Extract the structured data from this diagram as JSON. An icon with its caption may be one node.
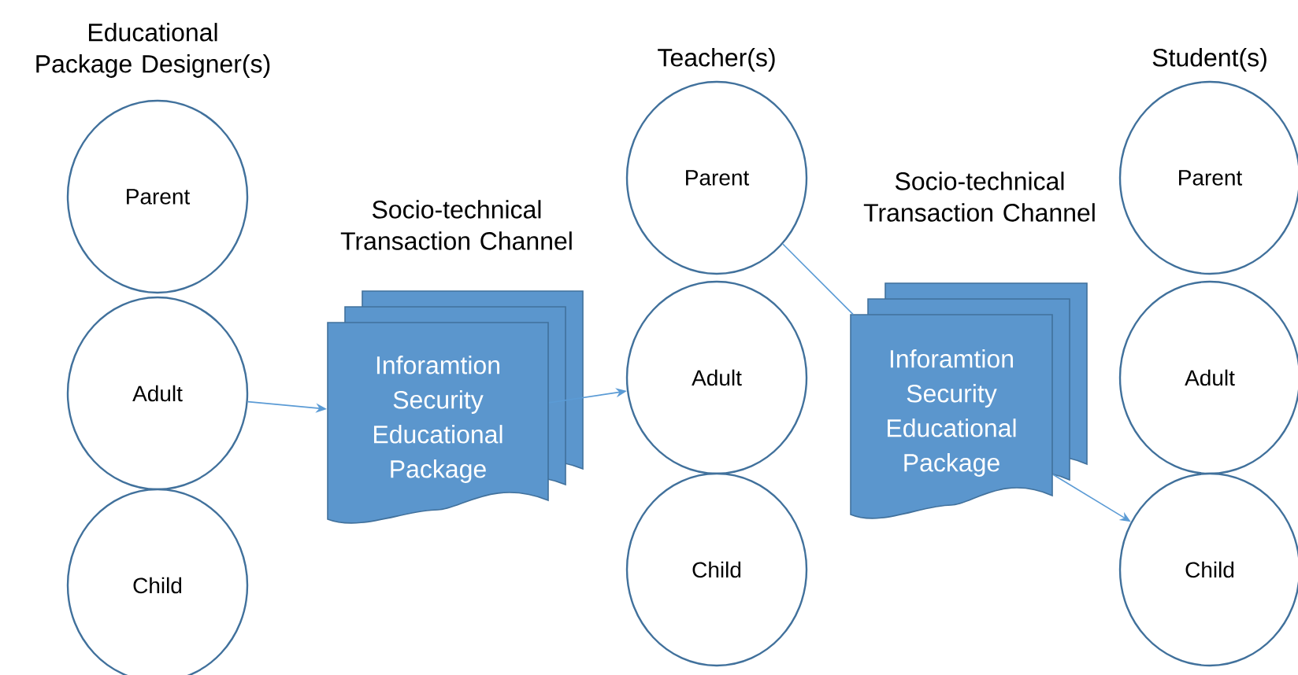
{
  "diagram": {
    "nodes": [
      {
        "text": [
          "Parent"
        ]
      },
      {
        "text": [
          "Adult"
        ]
      },
      {
        "text": [
          "Child"
        ]
      },
      {
        "text": [
          "Socio-technical Transaction Channel",
          "Inforamtion Security Educational Package"
        ]
      },
      {
        "text": [
          "Parent"
        ]
      },
      {
        "text": [
          "Adult"
        ]
      },
      {
        "text": [
          "Child"
        ]
      },
      {
        "text": [
          "Socio-technical Transaction Channel",
          "Inforamtion Security Educational Package"
        ]
      },
      {
        "text": [
          "Parent"
        ]
      },
      {
        "text": [
          "Adult"
        ]
      },
      {
        "text": [
          "Child"
        ]
      }
    ],
    "edges": [
      {
        "from": 1,
        "to": 3,
        "arrow": "to"
      },
      {
        "from": 3,
        "to": 5,
        "arrow": "to"
      },
      {
        "from": 4,
        "to": 7,
        "arrow": "none"
      },
      {
        "from": 7,
        "to": 10,
        "arrow": "to"
      }
    ],
    "labels": [
      "Educational Package Designer(s)",
      "Teacher(s)",
      "Student(s)"
    ]
  }
}
